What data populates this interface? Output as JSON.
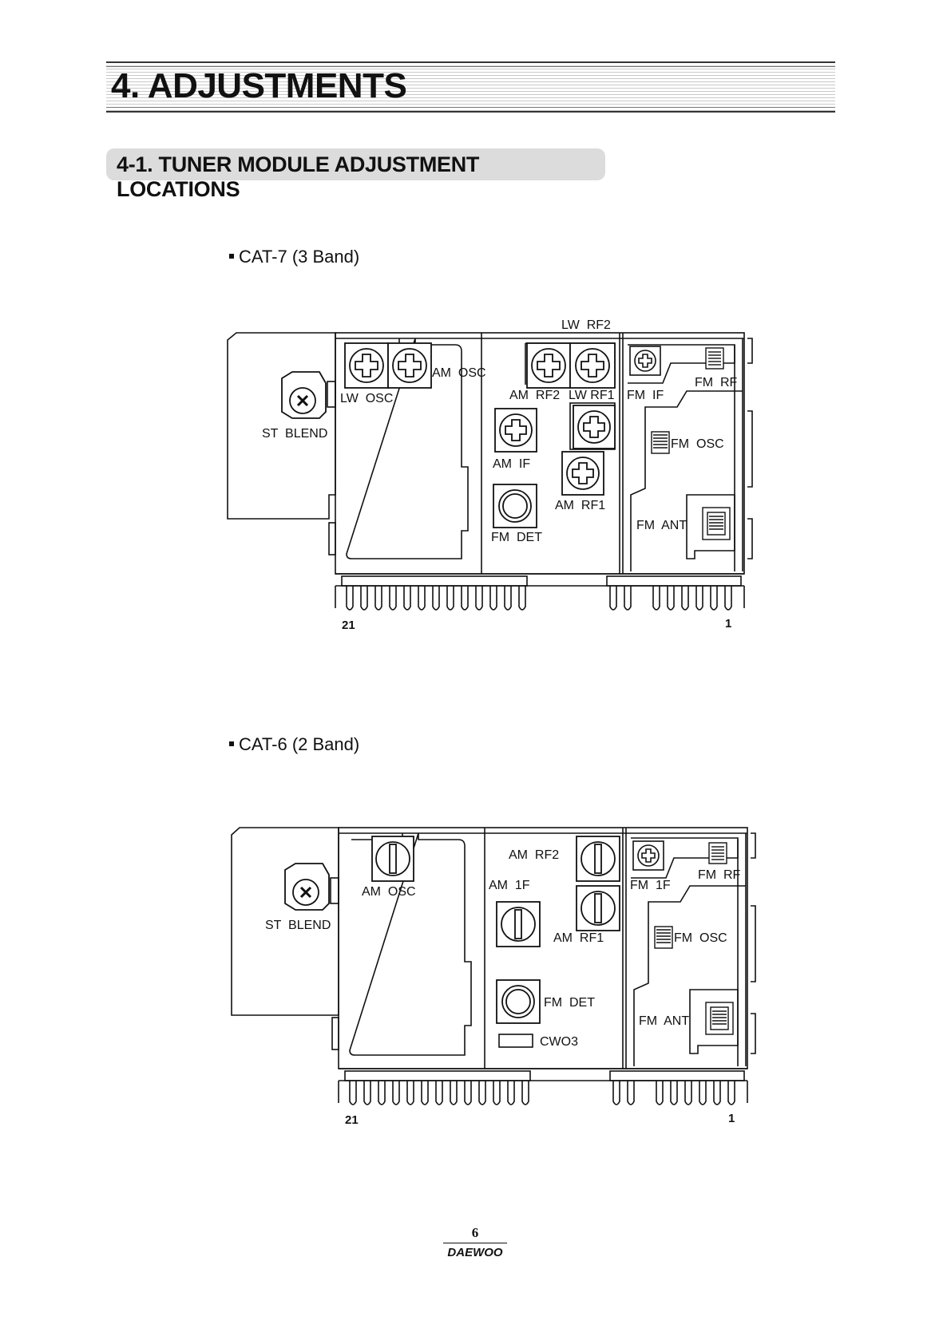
{
  "heading": {
    "title": "4. ADJUSTMENTS"
  },
  "section": {
    "title": "4-1. TUNER MODULE ADJUSTMENT LOCATIONS"
  },
  "cat7": {
    "label": "CAT-7 (3 Band)",
    "lw_rf2": "LW  RF2",
    "am_osc": "AM  OSC",
    "lw_osc": "LW  OSC",
    "st_blend": "ST  BLEND",
    "am_rf2": "AM  RF2",
    "lw_rf1": "LW RF1",
    "fm_if": "FM  IF",
    "fm_rf": "FM  RF",
    "fm_osc": "FM  OSC",
    "am_if": "AM  IF",
    "am_rf1": "AM  RF1",
    "fm_det": "FM  DET",
    "fm_ant": "FM  ANT",
    "pin_left": "21",
    "pin_right": "1"
  },
  "cat6": {
    "label": "CAT-6 (2 Band)",
    "am_osc": "AM  OSC",
    "st_blend": "ST  BLEND",
    "am_rf2": "AM  RF2",
    "am_1f": "AM  1F",
    "fm_1f": "FM  1F",
    "fm_rf": "FM  RF",
    "am_rf1": "AM  RF1",
    "fm_osc": "FM  OSC",
    "fm_det": "FM  DET",
    "fm_ant": "FM  ANT",
    "cwo3": "CWO3",
    "pin_left": "21",
    "pin_right": "1"
  },
  "footer": {
    "page": "6",
    "brand": "DAEWOO"
  }
}
